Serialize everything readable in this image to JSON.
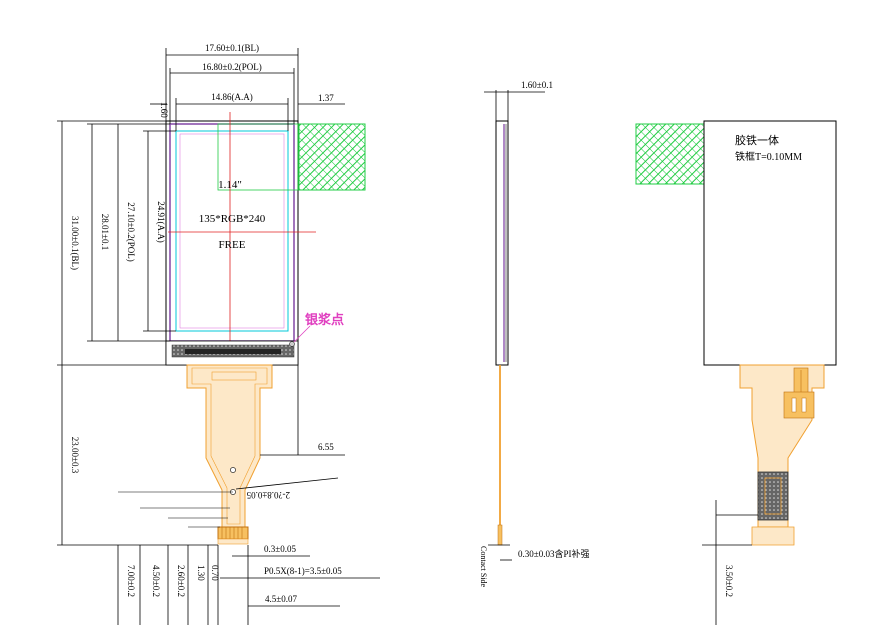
{
  "front_view": {
    "width_bl": "17.60±0.1(BL)",
    "width_pol": "16.80±0.2(POL)",
    "width_aa": "14.86(A.A)",
    "left_offset": "1.60",
    "right_offset": "1.37",
    "height_bl": "31.00±0.1(BL)",
    "height_total_pol": "28.01±0.1",
    "height_pol": "27.10±0.2(POL)",
    "height_aa": "24.91(A.A)",
    "diagonal": "1.14\"",
    "resolution": "135*RGB*240",
    "mode": "FREE",
    "silver_paste": "银浆点",
    "fpc_length": "23.00±0.3",
    "fpc_offset": "6.55",
    "hole_dim": "2-?0.8±0.05",
    "pitch_thickness": "0.3±0.05",
    "pitch_formula": "P0.5X(8-1)=3.5±0.05",
    "connector_width": "4.5±0.07",
    "bottom_dims": [
      "7.00±0.2",
      "4.50±0.2",
      "2.60±0.2",
      "1.30",
      "0.70"
    ]
  },
  "side_view": {
    "thickness": "1.60±0.1",
    "fpc_thickness": "0.30±0.03含PI补强",
    "contact_side": "Contact Side"
  },
  "back_view": {
    "note_line1": "胶铁一体",
    "note_line2": "铁框T=0.10MM",
    "tail_dim": "3.50±0.2"
  },
  "colors": {
    "line": "#000000",
    "green_hatch": "#22cc44",
    "fpc_orange": "#f0a030",
    "aa_cyan": "#00c8d8",
    "outline_purple": "#7a3aa0",
    "silver_label": "#e040c0",
    "center_red": "#e02020"
  }
}
